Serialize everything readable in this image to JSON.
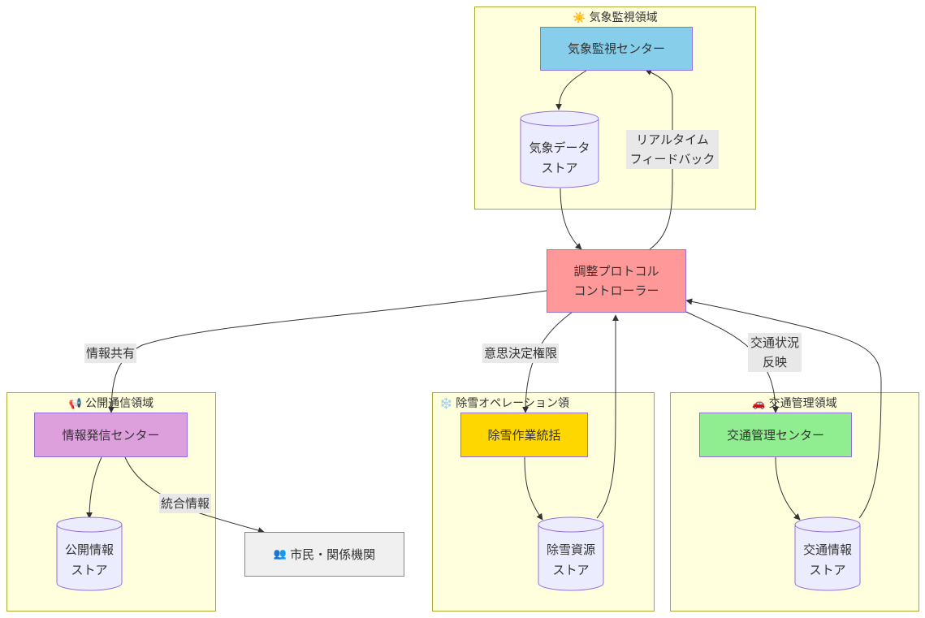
{
  "clusters": {
    "weather": {
      "icon": "☀️",
      "title": "気象監視領域"
    },
    "public": {
      "icon": "📢",
      "title": "公開通信領域"
    },
    "snow": {
      "icon": "❄️",
      "title": "除雪オペレーション領"
    },
    "traffic": {
      "icon": "🚗",
      "title": "交通管理領域"
    }
  },
  "nodes": {
    "weather_center": "気象監視センター",
    "weather_store_l1": "気象データ",
    "weather_store_l2": "ストア",
    "controller_l1": "調整プロトコル",
    "controller_l2": "コントローラー",
    "info_center": "情報発信センター",
    "public_store_l1": "公開情報",
    "public_store_l2": "ストア",
    "citizens_icon": "👥",
    "citizens": "市民・関係機関",
    "snow_ops": "除雪作業統括",
    "snow_store_l1": "除雪資源",
    "snow_store_l2": "ストア",
    "traffic_center": "交通管理センター",
    "traffic_store_l1": "交通情報",
    "traffic_store_l2": "ストア"
  },
  "edges": {
    "feedback_l1": "リアルタイム",
    "feedback_l2": "フィードバック",
    "info_share": "情報共有",
    "decision": "意思決定権限",
    "traffic_l1": "交通状況",
    "traffic_l2": "反映",
    "integrated": "統合情報"
  },
  "colors": {
    "weather_center": "#87ceeb",
    "controller": "#ff9999",
    "info_center": "#dda0dd",
    "snow_ops": "#ffd700",
    "traffic_center": "#90ee90",
    "store": "#ececff",
    "citizens": "#f0f0f0"
  }
}
